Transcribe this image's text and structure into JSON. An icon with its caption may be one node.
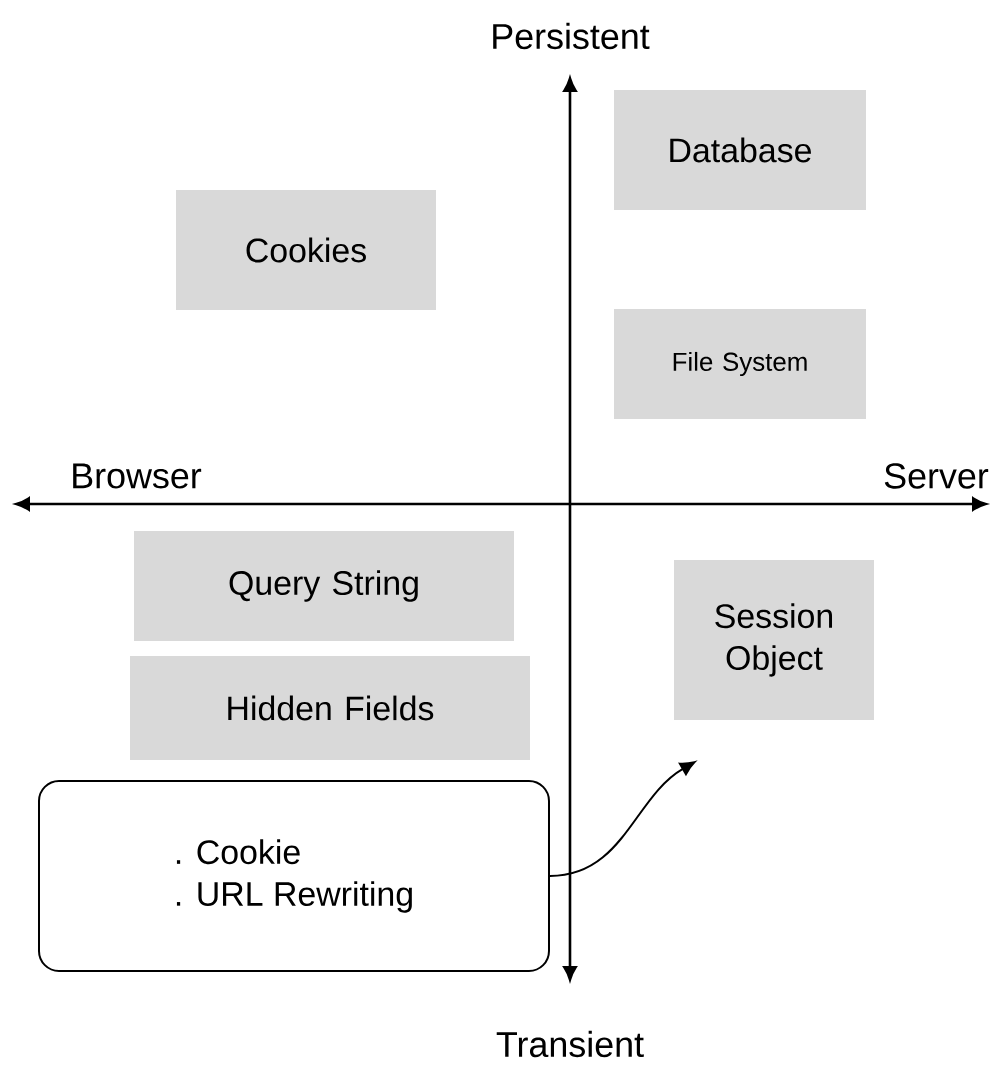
{
  "diagram": {
    "nodes": [
      {
        "text": [
          "Database"
        ]
      },
      {
        "text": [
          "Cookies"
        ]
      },
      {
        "text": [
          "File System"
        ]
      },
      {
        "text": [
          "Query String"
        ]
      },
      {
        "text": [
          "Session Object"
        ]
      },
      {
        "text": [
          "Hidden Fields"
        ]
      },
      {
        "text": [
          ". Cookie",
          ". URL Rewriting"
        ]
      }
    ],
    "edges": [
      {
        "from": 6,
        "to": 4,
        "arrow": "to"
      }
    ],
    "labels": [
      "Persistent",
      "Browser",
      "Server",
      "Transient"
    ]
  }
}
